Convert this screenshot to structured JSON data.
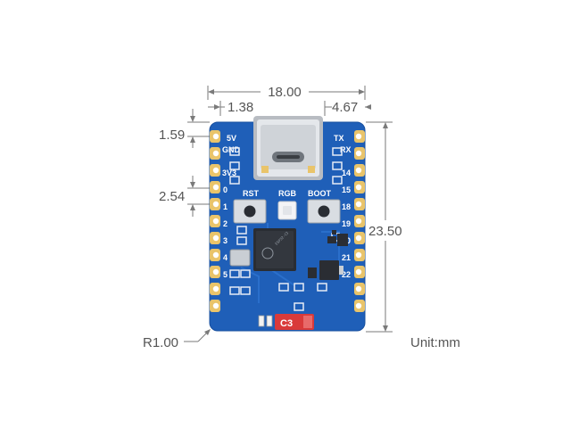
{
  "dimensions": {
    "overall_width": "18.00",
    "left_offset": "1.38",
    "right_offset": "4.67",
    "top_offset": "1.59",
    "pin_pitch": "2.54",
    "height": "23.50",
    "corner_radius": "R1.00",
    "unit": "Unit:mm"
  },
  "board": {
    "left_pins": [
      "5V",
      "GND",
      "3V3",
      "0",
      "1",
      "2",
      "3",
      "4",
      "5"
    ],
    "right_pins": [
      "TX",
      "RX",
      "14",
      "15",
      "18",
      "19",
      "20",
      "21",
      "22"
    ],
    "button_labels": [
      "RST",
      "RGB",
      "BOOT"
    ],
    "chip_marking": "ESP32-C3",
    "model_label": "C3",
    "colors": {
      "pcb": "#1f5fb8",
      "pad": "#e9c46a",
      "chip": "#2a2d33",
      "badge": "#d93a3a",
      "dimension": "#7a7a7a"
    }
  }
}
